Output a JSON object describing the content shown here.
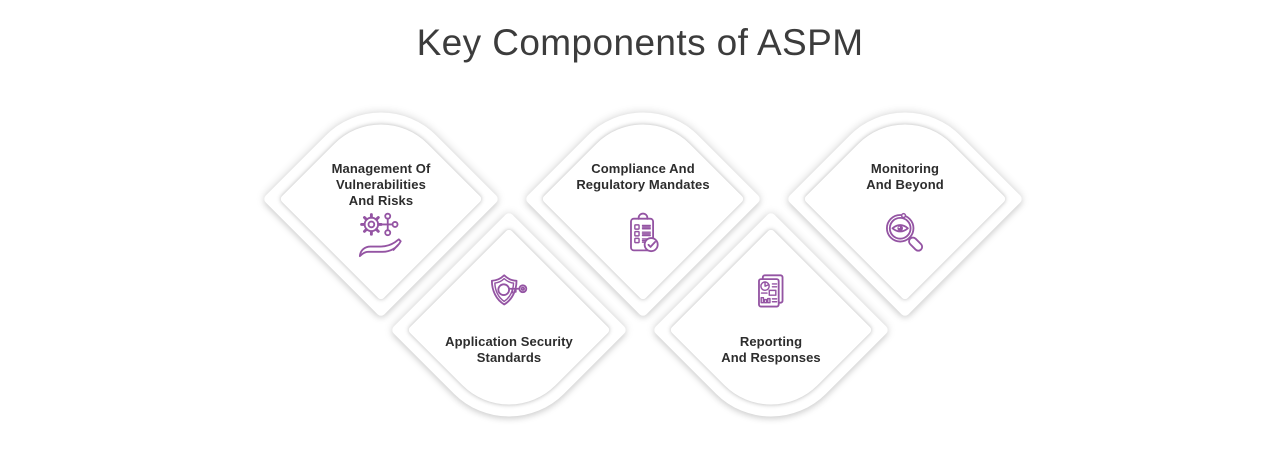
{
  "title": "Key Components of ASPM",
  "theme": {
    "accent": "#9454a3",
    "title_color": "#3c3c3c",
    "text_color": "#2d2d2d",
    "card_bg": "#ffffff"
  },
  "cards": [
    {
      "label": "Management Of\nVulnerabilities\nAnd Risks",
      "icon_name": "hand-gear-network-icon",
      "row": "top"
    },
    {
      "label": "Compliance And\nRegulatory Mandates",
      "icon_name": "clipboard-checklist-check-icon",
      "row": "top"
    },
    {
      "label": "Monitoring\nAnd Beyond",
      "icon_name": "magnifier-eye-icon",
      "row": "top"
    },
    {
      "label": "Application Security\nStandards",
      "icon_name": "shield-key-icon",
      "row": "bottom"
    },
    {
      "label": "Reporting\nAnd Responses",
      "icon_name": "report-document-charts-icon",
      "row": "bottom"
    }
  ]
}
